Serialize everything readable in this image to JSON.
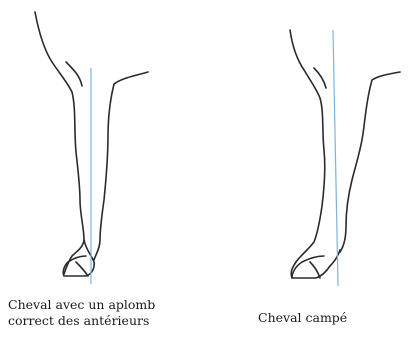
{
  "figures": [
    {
      "caption_lines": [
        "Cheval avec un aplomb",
        "correct des antérieurs"
      ]
    },
    {
      "caption_lines": [
        "Cheval campé"
      ]
    }
  ],
  "colors": {
    "outline": "#2b2b2b",
    "plumb_line": "#7fb2dc",
    "background": "#ffffff"
  }
}
